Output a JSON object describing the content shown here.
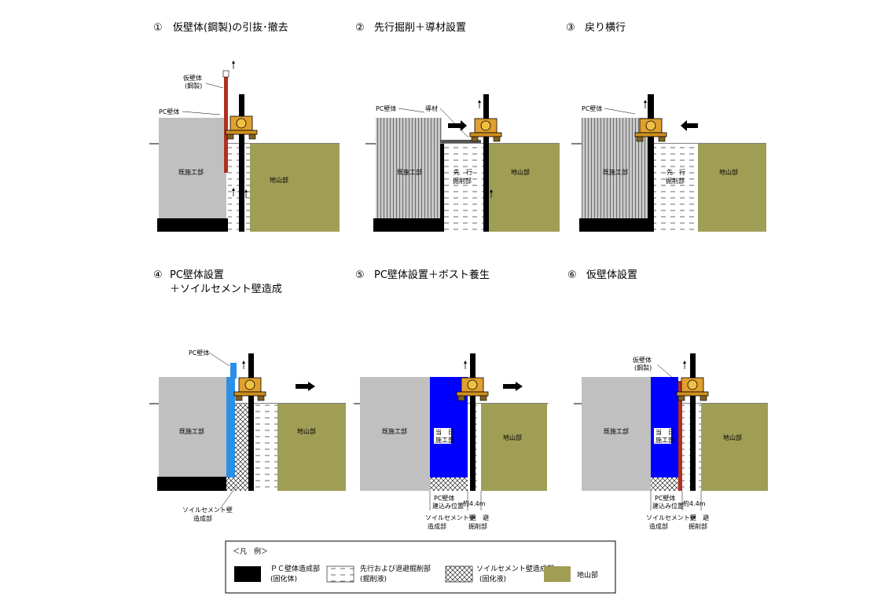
{
  "panels": [
    {
      "num": "①",
      "title": "仮壁体(鋼製)の引抜･撤去",
      "labels": {
        "temp_wall": "仮壁体",
        "temp_wall_sub": "(鋼製)",
        "pc_wall": "PC壁体",
        "existing": "既施工部",
        "ground": "地山部"
      }
    },
    {
      "num": "②",
      "title": "先行掘削＋導材設置",
      "labels": {
        "pc_wall": "PC壁体",
        "guide": "導材",
        "existing": "既施工部",
        "excav_1": "先　行",
        "excav_2": "掘削部",
        "ground": "地山部"
      }
    },
    {
      "num": "③",
      "title": "戻り横行",
      "labels": {
        "pc_wall": "PC壁体",
        "existing": "既施工部",
        "excav_1": "先　行",
        "excav_2": "掘削部",
        "ground": "地山部"
      }
    },
    {
      "num": "④",
      "title": "PC壁体設置",
      "title2": "＋ソイルセメント壁造成",
      "labels": {
        "pc_wall": "PC壁体",
        "existing": "既施工部",
        "ground": "地山部",
        "soil_1": "ソイルセメント壁",
        "soil_2": "造成部"
      }
    },
    {
      "num": "⑤",
      "title": "PC壁体設置＋ボスト養生",
      "labels": {
        "existing": "既施工部",
        "today_1": "当　日",
        "today_2": "施工部",
        "ground": "地山部",
        "pc_pos_1": "PC壁体",
        "pc_pos_2": "建込み位置",
        "approx": "約4.4m",
        "soil_1": "ソイルセメント壁",
        "soil_2": "造成部",
        "retreat_1": "退　避",
        "retreat_2": "掘削部"
      }
    },
    {
      "num": "⑥",
      "title": "仮壁体設置",
      "labels": {
        "temp_wall": "仮壁体",
        "temp_wall_sub": "(鋼製)",
        "existing": "既施工部",
        "today_1": "当　日",
        "today_2": "施工部",
        "ground": "地山部",
        "pc_pos_1": "PC壁体",
        "pc_pos_2": "建込み位置",
        "approx": "約4.4m",
        "soil_1": "ソイルセメント壁",
        "soil_2": "造成部",
        "retreat_1": "退　避",
        "retreat_2": "掘削部"
      }
    }
  ],
  "legend": {
    "heading": "＜凡　例＞",
    "items": [
      {
        "line1": "ＰＣ壁体造成部",
        "line2": "(固化体)"
      },
      {
        "line1": "先行および退避掘削部",
        "line2": "(掘削液)"
      },
      {
        "line1": "ソイルセメント壁造成部",
        "line2": "(固化液)"
      },
      {
        "line1": "地山部",
        "line2": ""
      }
    ]
  },
  "colors": {
    "ground": "#a09e55",
    "existing": "#c0c0c0",
    "black": "#000000",
    "pc_blue": "#0000ff",
    "pc_light_blue": "#2b8fe6",
    "machine_orange": "#e0a030",
    "temp_wall_red": "#b03020"
  },
  "icons": {
    "arrow_up": "arrow-up-icon",
    "arrow_right": "arrow-right-icon",
    "arrow_left": "arrow-left-icon"
  }
}
